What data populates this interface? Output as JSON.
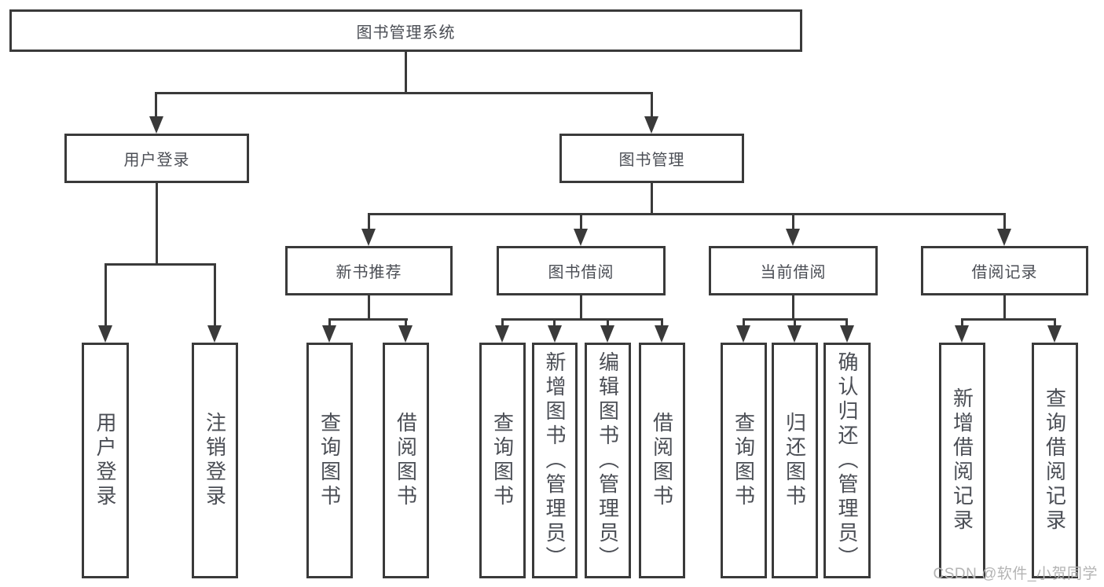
{
  "colors": {
    "line": "#3a3a3a",
    "node_text": "#4b4e55",
    "watermark": "#b4b4b4",
    "background": "#ffffff"
  },
  "root": {
    "label": "图书管理系统"
  },
  "level2": {
    "user_login": {
      "label": "用户登录"
    },
    "book_management": {
      "label": "图书管理"
    }
  },
  "level3": {
    "new_book_recommend": {
      "label": "新书推荐"
    },
    "book_borrow": {
      "label": "图书借阅"
    },
    "current_borrow": {
      "label": "当前借阅"
    },
    "borrow_records": {
      "label": "借阅记录"
    }
  },
  "level4": {
    "user_login_login": {
      "label": "用户登录"
    },
    "user_login_logout": {
      "label": "注销登录"
    },
    "recommend_query_book": {
      "label": "查询图书"
    },
    "recommend_borrow_book": {
      "label": "借阅图书"
    },
    "borrow_query_book": {
      "label": "查询图书"
    },
    "borrow_add_book_admin": {
      "label": "新增图书（管理员）"
    },
    "borrow_edit_book_admin": {
      "label": "编辑图书（管理员）"
    },
    "borrow_borrow_book": {
      "label": "借阅图书"
    },
    "current_query_book": {
      "label": "查询图书"
    },
    "current_return_book": {
      "label": "归还图书"
    },
    "current_confirm_return_admin": {
      "label": "确认归还（管理员）"
    },
    "records_add_record": {
      "label": "新增借阅记录"
    },
    "records_query_record": {
      "label": "查询借阅记录"
    }
  },
  "watermark": {
    "text": "CSDN @软件_小贺同学"
  }
}
